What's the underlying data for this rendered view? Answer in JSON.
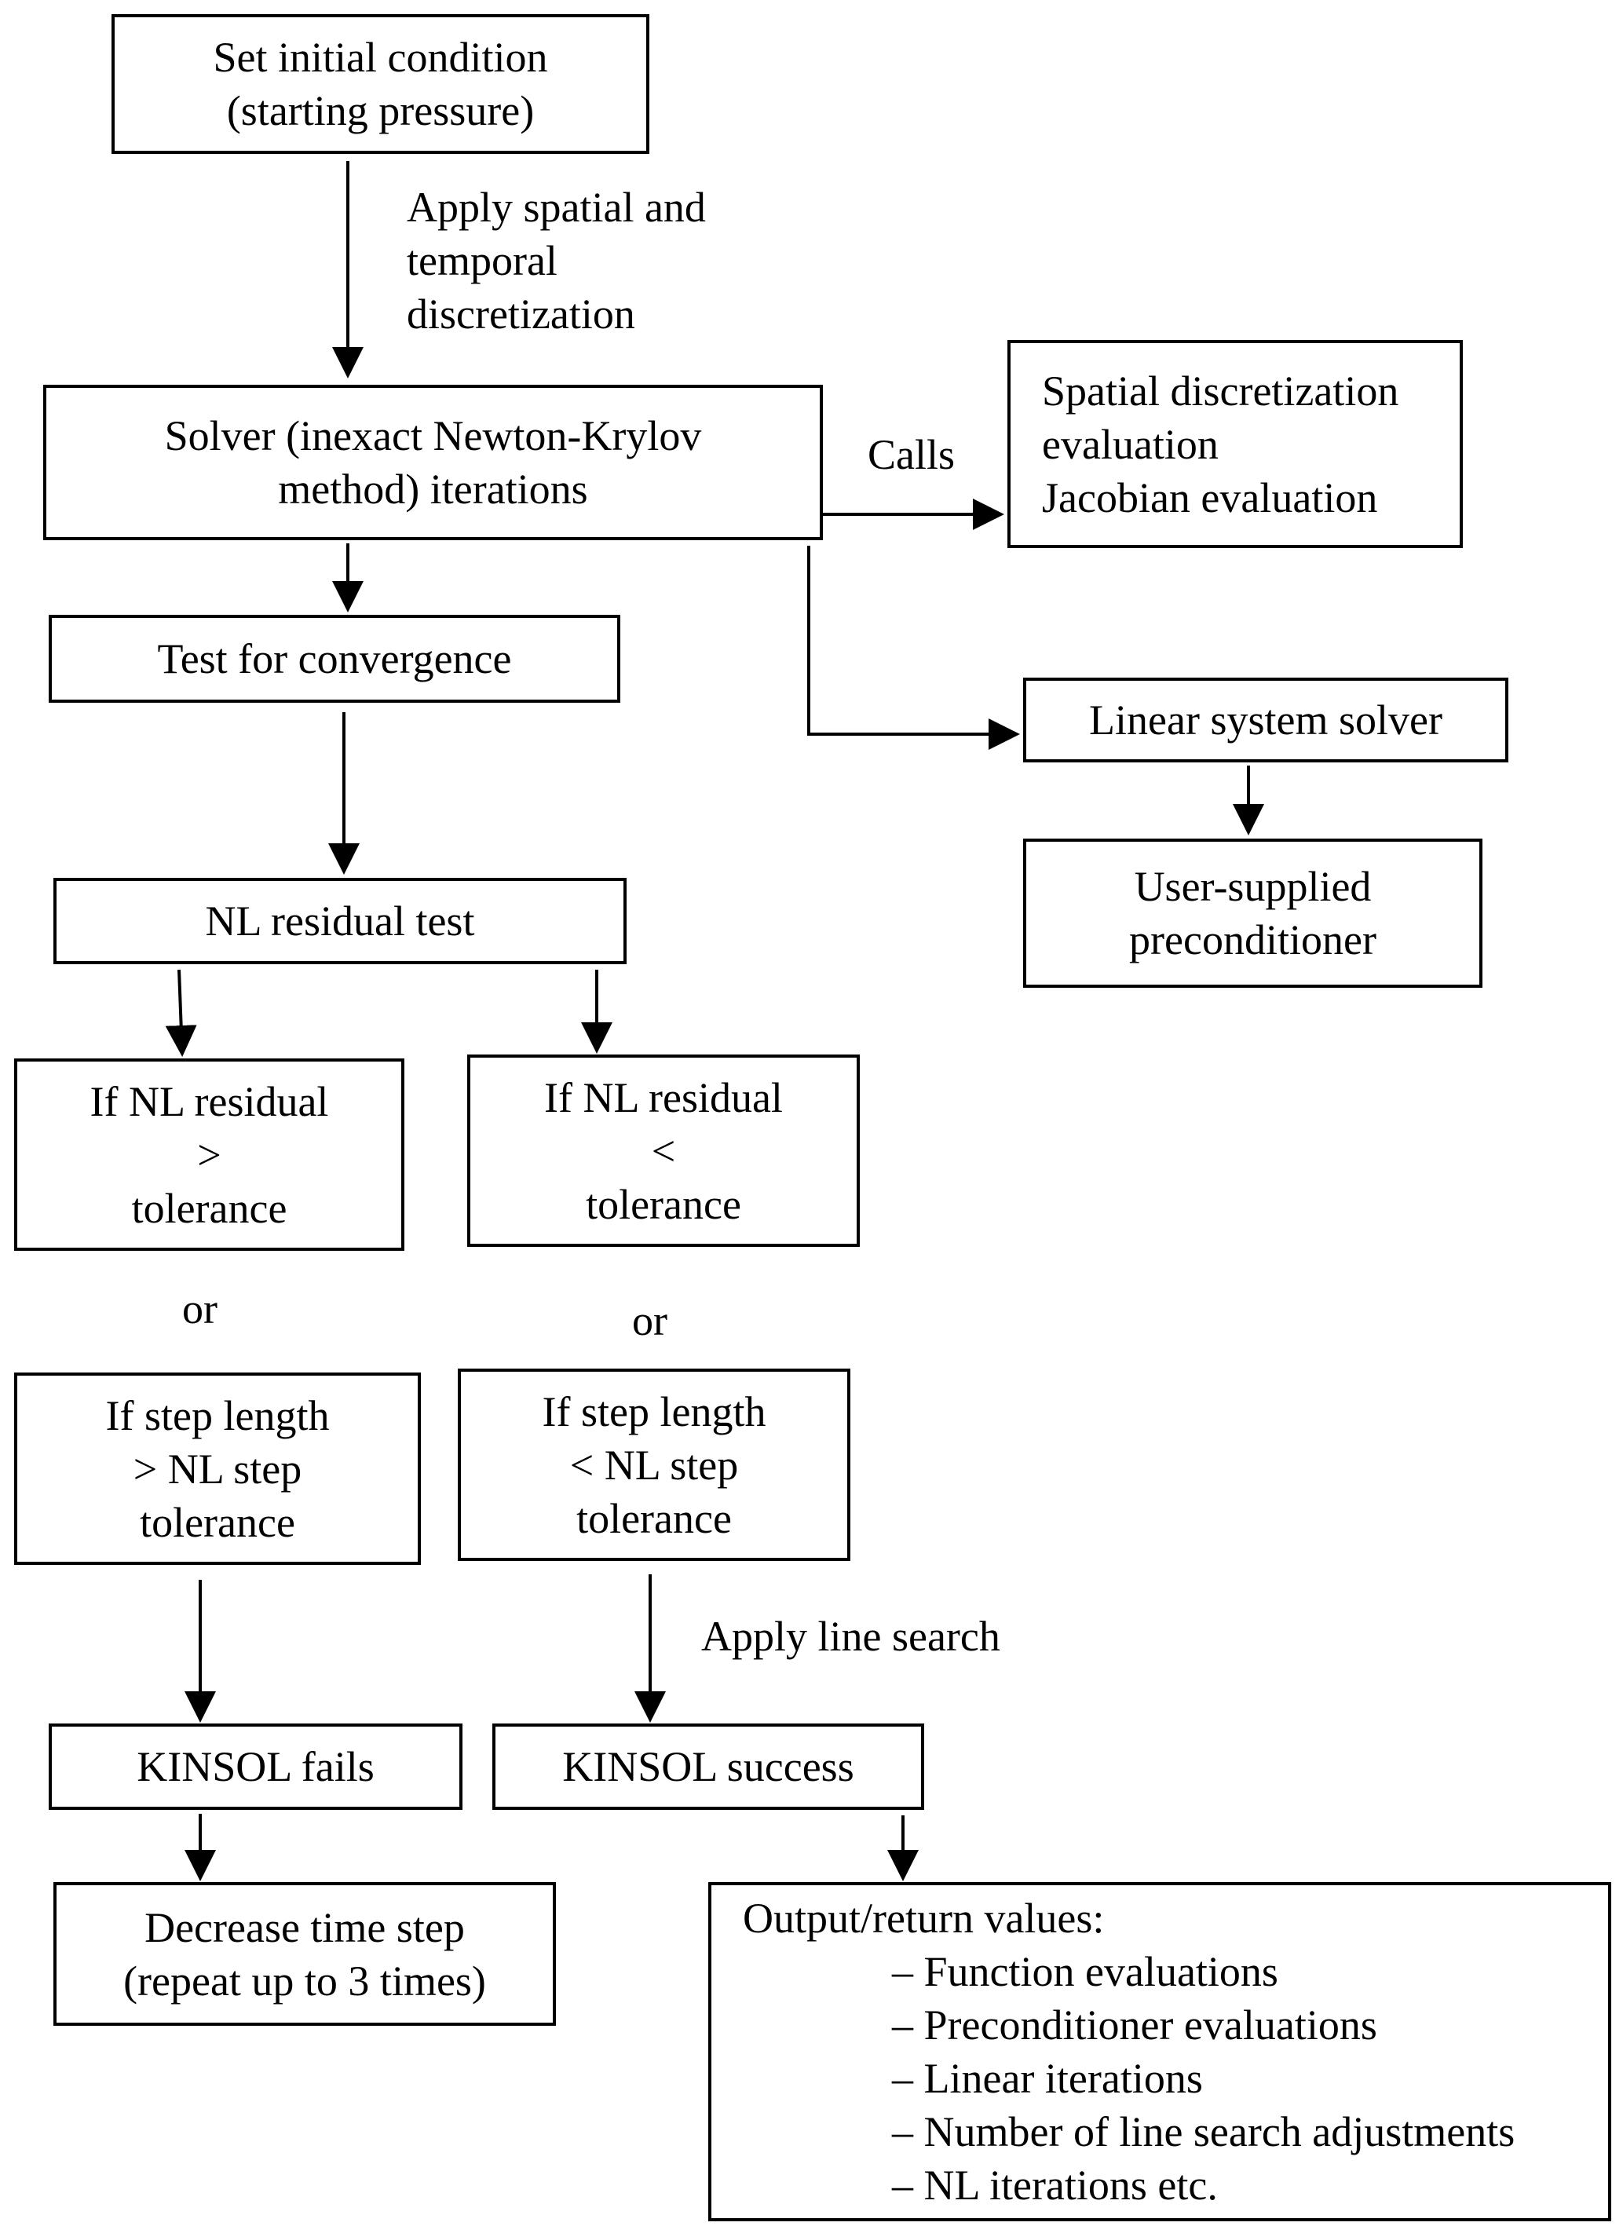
{
  "start": {
    "line1": "Set initial condition",
    "line2": "(starting pressure)"
  },
  "discretization_label": {
    "line1": "Apply spatial and",
    "line2": "temporal",
    "line3": "discretization"
  },
  "solver": {
    "line1": "Solver (inexact Newton-Krylov",
    "line2": "method) iterations"
  },
  "calls_label": "Calls",
  "evaluation": {
    "line1": "Spatial discretization",
    "line2": "evaluation",
    "line3": "Jacobian evaluation"
  },
  "linear_solver": "Linear system solver",
  "preconditioner": {
    "line1": "User-supplied",
    "line2": "preconditioner"
  },
  "convergence_test": "Test for convergence",
  "nl_residual_test": "NL residual test",
  "residual_greater": {
    "line1": "If NL residual",
    "line2": ">",
    "line3": "tolerance"
  },
  "residual_less": {
    "line1": "If NL residual",
    "line2": "<",
    "line3": "tolerance"
  },
  "or_left": "or",
  "or_right": "or",
  "step_greater": {
    "line1": "If step length",
    "line2": "> NL step",
    "line3": "tolerance"
  },
  "step_less": {
    "line1": "If step length",
    "line2": "< NL step",
    "line3": "tolerance"
  },
  "line_search_label": "Apply line search",
  "kinsol_fails": "KINSOL fails",
  "kinsol_success": "KINSOL success",
  "decrease_step": {
    "line1": "Decrease time step",
    "line2": "(repeat up to 3 times)"
  },
  "output": {
    "title": "Output/return values:",
    "items": [
      "– Function evaluations",
      "– Preconditioner evaluations",
      "– Linear iterations",
      "– Number of line search adjustments",
      "– NL iterations etc."
    ]
  }
}
